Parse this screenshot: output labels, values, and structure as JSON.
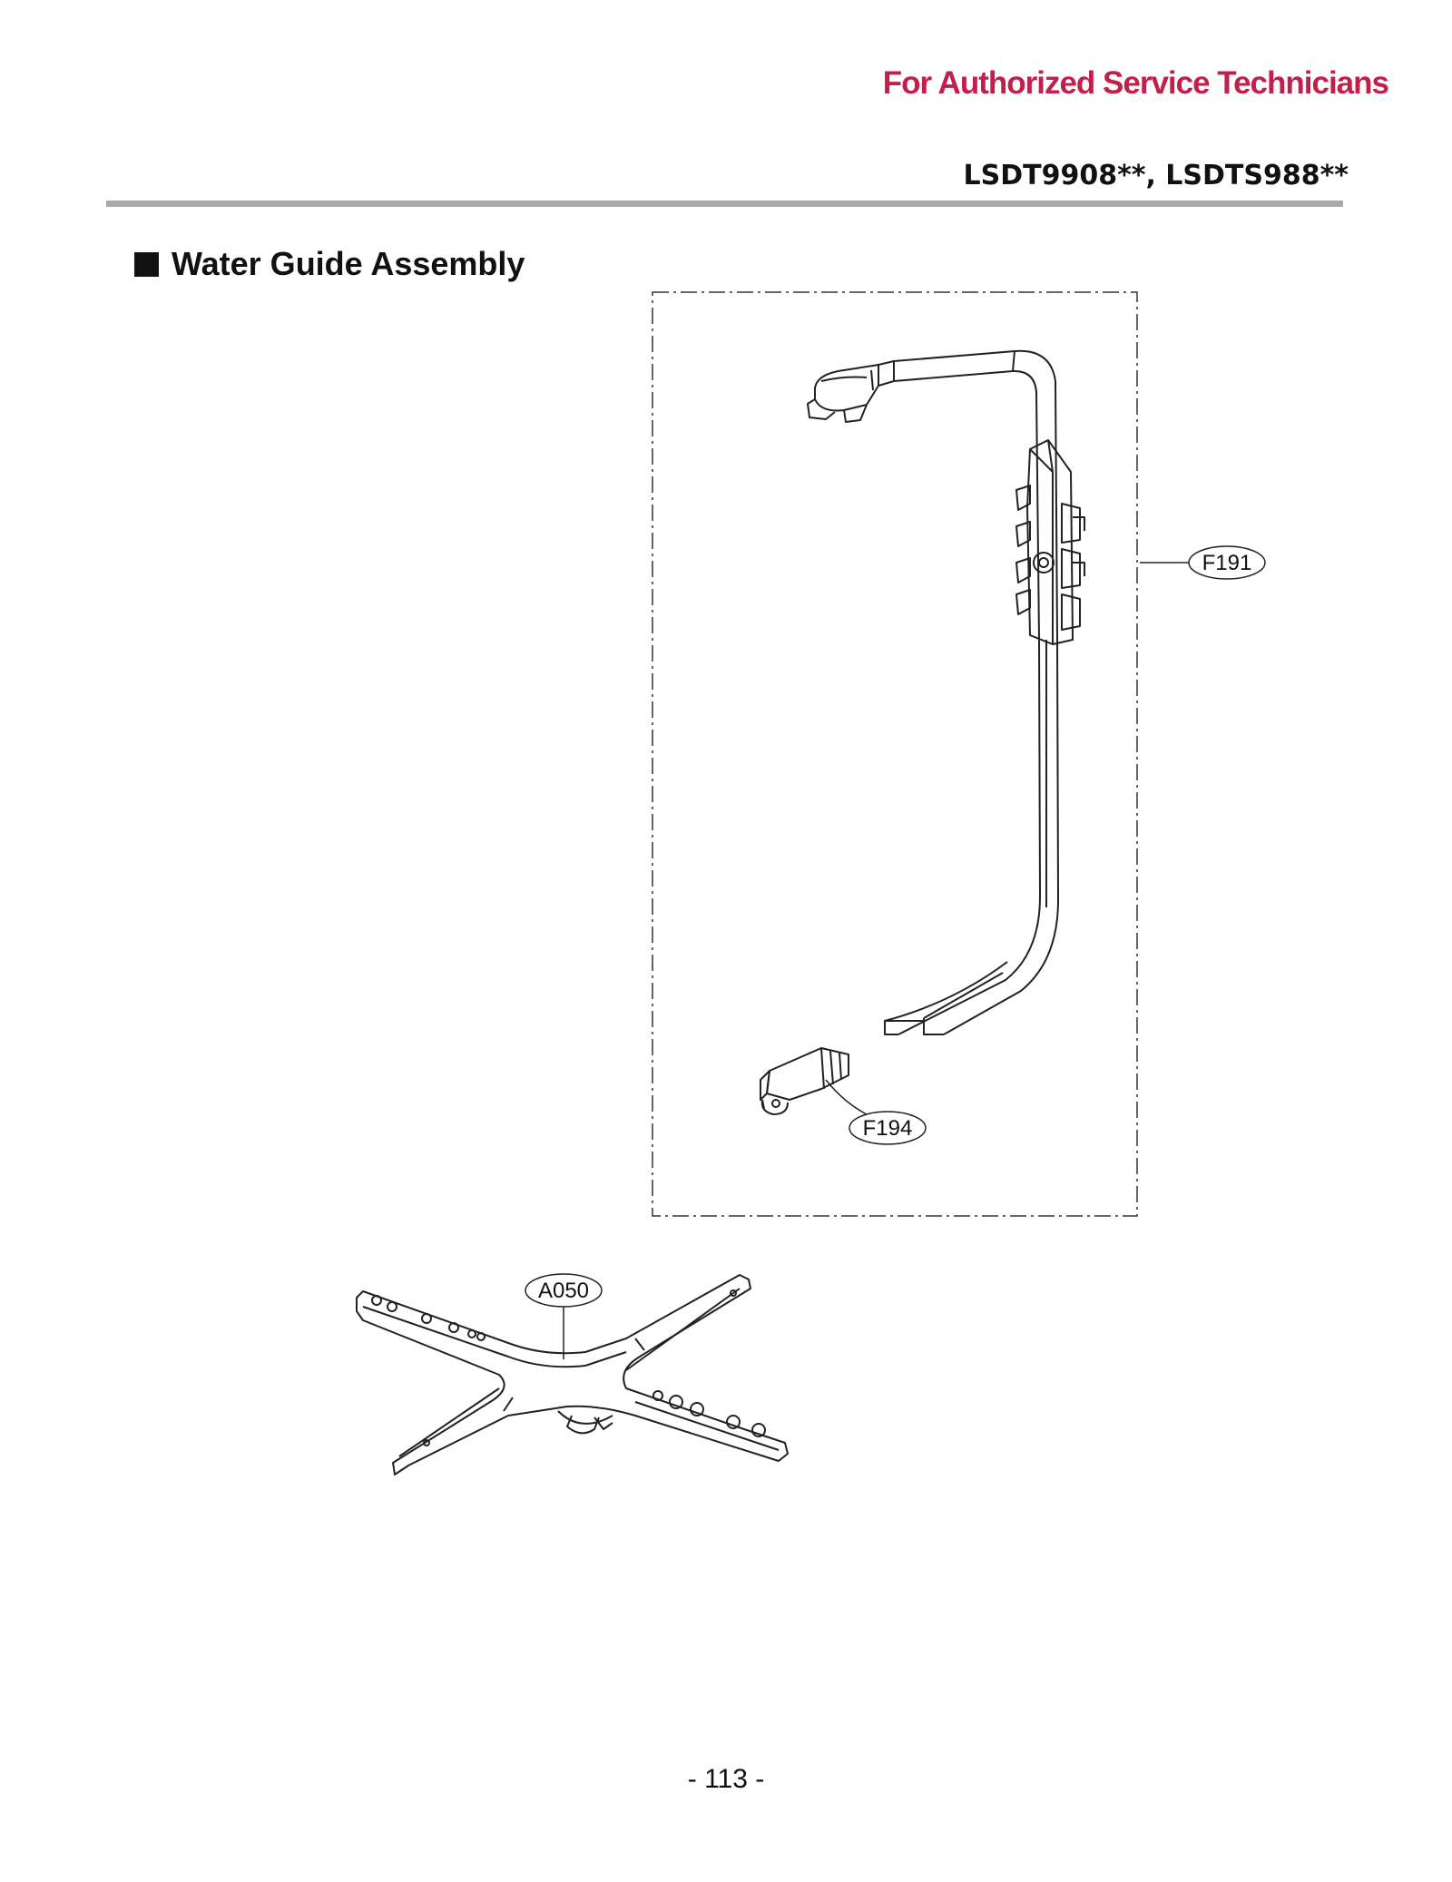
{
  "header": {
    "notice": "For Authorized Service Technicians",
    "models": "LSDT9908**, LSDTS988**"
  },
  "section": {
    "title": "Water Guide Assembly"
  },
  "callouts": {
    "f191": "F191",
    "f194": "F194",
    "a050": "A050"
  },
  "footer": {
    "page_number": "- 113 -"
  },
  "colors": {
    "notice": "#c21f4a",
    "rule": "#a9a9a9",
    "ink": "#111111"
  }
}
